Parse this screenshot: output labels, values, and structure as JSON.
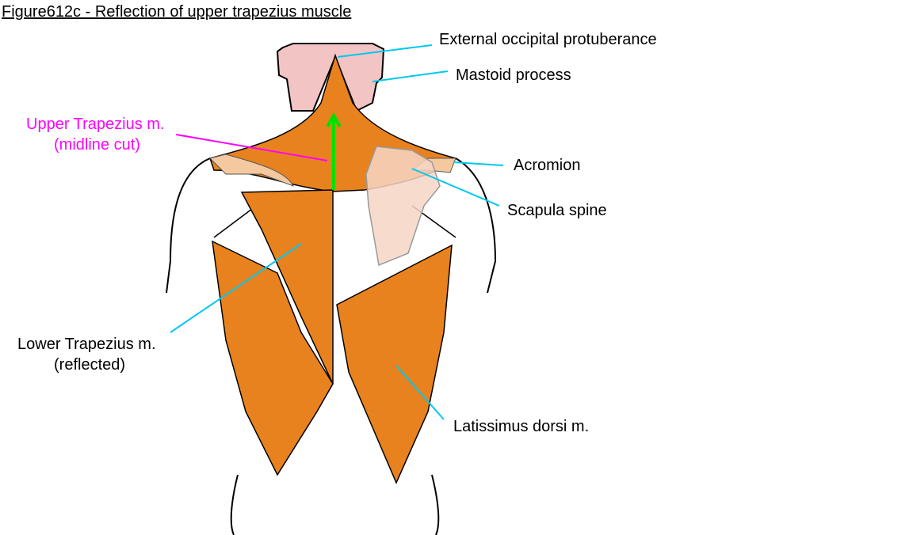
{
  "title": "Figure612c - Reflection of upper trapezius muscle",
  "labels": {
    "external_occipital": "External occipital protuberance",
    "mastoid": "Mastoid process",
    "upper_trap_1": "Upper Trapezius m.",
    "upper_trap_2": "(midline cut)",
    "acromion": "Acromion",
    "scapula_spine": "Scapula spine",
    "lower_trap_1": "Lower Trapezius m.",
    "lower_trap_2": "(reflected)",
    "latissimus": "Latissimus dorsi m."
  },
  "colors": {
    "muscle": "#e8821e",
    "head": "#f2c4c4",
    "bone": "#f5c9a0",
    "leader": "#00c8f0",
    "highlight_label": "#ff00ff",
    "arrow": "#00e000"
  }
}
